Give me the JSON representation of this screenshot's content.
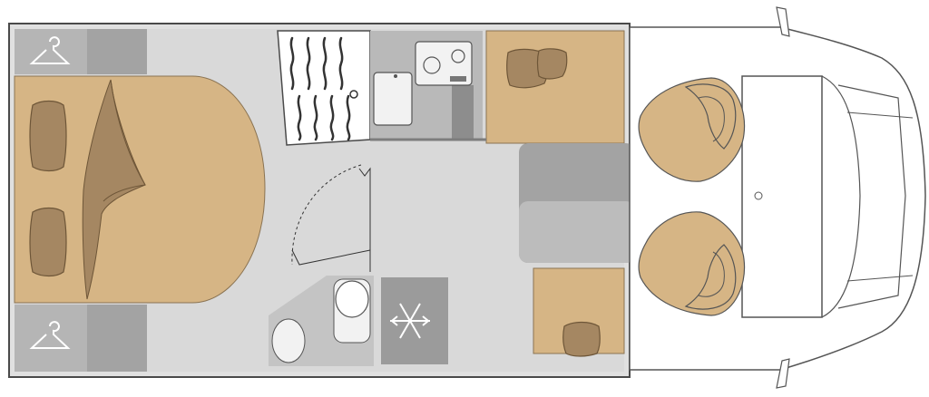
{
  "floorplan": {
    "colors": {
      "outline": "#4a4a4a",
      "floor": "#d7d7d7",
      "floor_light": "#e2e2e2",
      "cabinet": "#9c9c9c",
      "cabinet_dark": "#7d7d7d",
      "upholstery": "#d7b78a",
      "cushion": "#a58762",
      "cushion_dark": "#6e5638",
      "appliance": "#e8e8e8",
      "table": "#a3a3a3",
      "cab_body": "#ffffff",
      "cab_line": "#555555"
    },
    "icons": {
      "wardrobe_top": "hanger-icon",
      "wardrobe_bottom": "hanger-icon",
      "fridge": "snowflake-icon",
      "sink": "sink-icon",
      "hob": "hob-icon",
      "toilet": "toilet-icon",
      "shower": "shower-icon"
    },
    "counts": {
      "front_seats": 2,
      "bed_pillows": 2,
      "shower_slats": 8
    }
  }
}
